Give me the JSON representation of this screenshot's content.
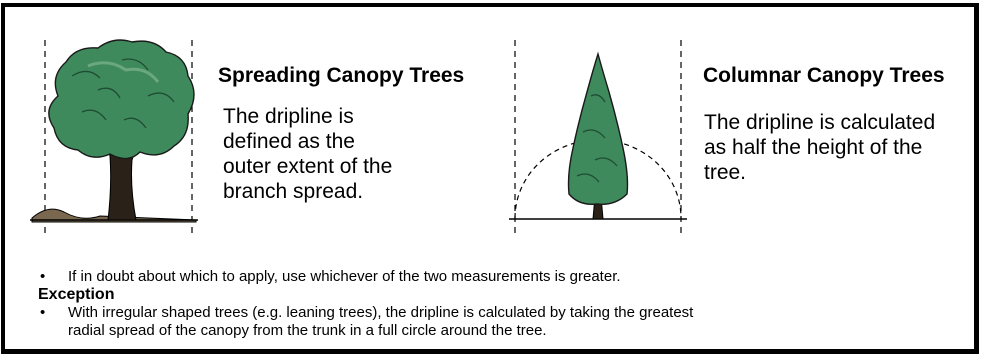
{
  "spreading": {
    "title": "Spreading Canopy Trees",
    "lines": [
      "The dripline is",
      "defined as the",
      "outer extent of the",
      "branch spread."
    ]
  },
  "columnar": {
    "title": "Columnar Canopy Trees",
    "lines": [
      "The dripline is calculated",
      "as half the height of the",
      "tree."
    ]
  },
  "notes": {
    "bullet_symbol": "•",
    "tip": "If in doubt about which to apply, use whichever of the two measurements is greater.",
    "exception_title": "Exception",
    "exception_lines": [
      "With irregular shaped trees (e.g. leaning trees), the dripline is calculated by taking the greatest",
      "radial spread of the canopy from the trunk in a full circle around the tree."
    ]
  },
  "colors": {
    "foliage": "#3f8a5c",
    "foliage_dark": "#1f4d33",
    "trunk": "#2a2118",
    "ground": "#6b5a45"
  }
}
